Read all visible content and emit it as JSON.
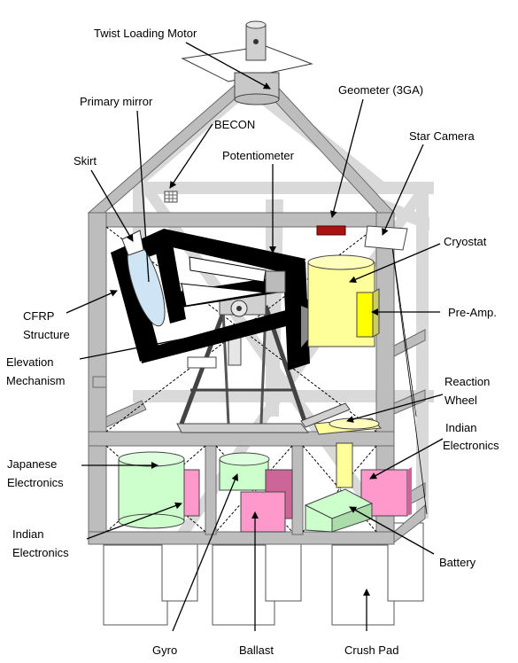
{
  "labels": {
    "twist_loading_motor": "Twist Loading Motor",
    "primary_mirror": "Primary mirror",
    "becon": "BECON",
    "geometer": "Geometer (3GA)",
    "star_camera": "Star Camera",
    "skirt": "Skirt",
    "potentiometer": "Potentiometer",
    "cryostat": "Cryostat",
    "pre_amp": "Pre-Amp.",
    "cfrp_1": "CFRP",
    "cfrp_2": "Structure",
    "elevation_1": "Elevation",
    "elevation_2": "Mechanism",
    "reaction_wheel_1": "Reaction",
    "reaction_wheel_2": "Wheel",
    "indian_electronics_right_1": "Indian",
    "indian_electronics_right_2": "Electronics",
    "japanese_electronics_1": "Japanese",
    "japanese_electronics_2": "Electronics",
    "indian_electronics_left_1": "Indian",
    "indian_electronics_left_2": "Electronics",
    "battery": "Battery",
    "gyro": "Gyro",
    "ballast": "Ballast",
    "crush_pad": "Crush Pad"
  },
  "colors": {
    "frame": "#bdbdbd",
    "frame_back": "#d9d9d9",
    "cfrp": "#000000",
    "mirror": "#cfe5f5",
    "cryostat": "#ffff99",
    "pre_amp": "#ffff00",
    "electronics_green": "#ccffcc",
    "electronics_pink": "#ff99cc",
    "ballast_dark": "#cc6699",
    "geometer": "#aa1111",
    "crush_pad": "#ffffff"
  }
}
